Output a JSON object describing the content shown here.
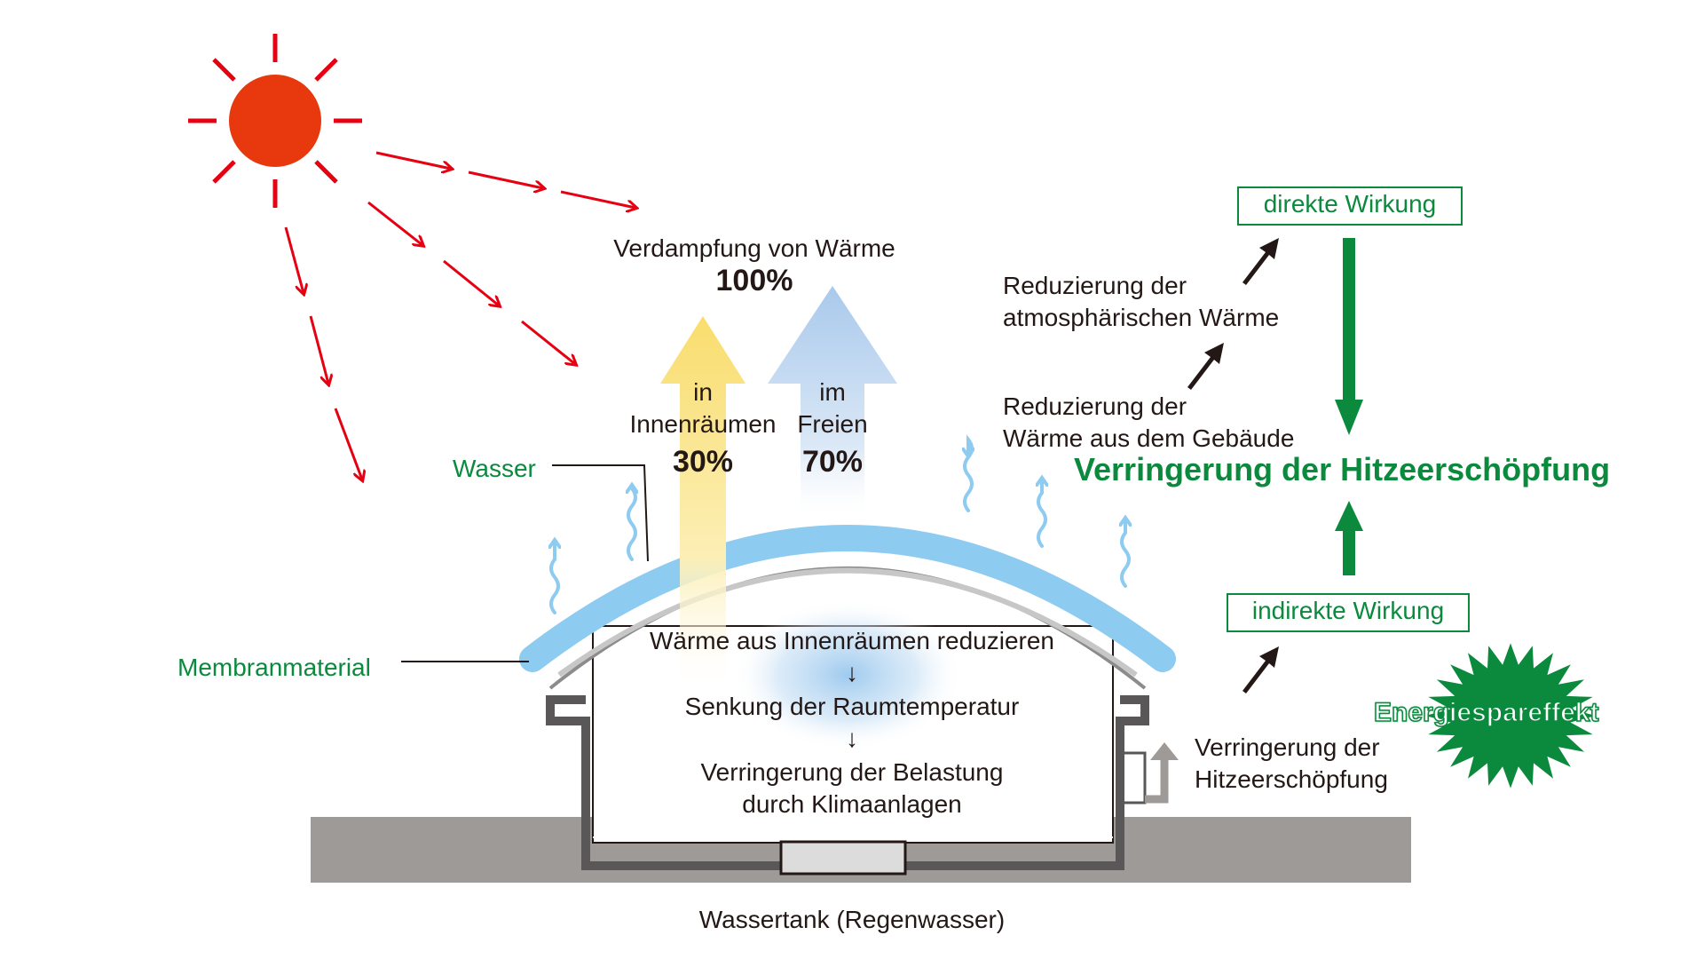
{
  "evaporation": {
    "title": "Verdampfung von Wärme",
    "total": "100%"
  },
  "indoor": {
    "line1": "in",
    "line2": "Innenräumen",
    "percent": "30%"
  },
  "outdoor": {
    "line1": "im",
    "line2": "Freien",
    "percent": "70%"
  },
  "labels": {
    "water": "Wasser",
    "membrane": "Membranmaterial",
    "tank": "Wassertank (Regenwasser)"
  },
  "indoor_effects": {
    "step1": "Wärme aus Innenräumen reduzieren",
    "step2": "Senkung der Raumtemperatur",
    "step3_line1": "Verringerung der Belastung",
    "step3_line2": "durch Klimaanlagen",
    "arrow": "↓"
  },
  "right_side": {
    "direct_effect": "direkte Wirkung",
    "atmospheric_line1": "Reduzierung der",
    "atmospheric_line2": "atmosphärischen Wärme",
    "building_line1": "Reduzierung der",
    "building_line2": "Wärme aus dem Gebäude",
    "headline": "Verringerung der Hitzeerschöpfung",
    "indirect_effect": "indirekte Wirkung",
    "energy_saving": "Energiespareffekt",
    "heat_line1": "Verringerung der",
    "heat_line2": "Hitzeerschöpfung"
  },
  "colors": {
    "sun": "#e8380d",
    "sun_rays": "#e60012",
    "water_blue": "#8ecbf0",
    "indoor_arrow": "#fbe07a",
    "outdoor_arrow": "#b6d3ee",
    "accent_green": "#0b8a3e",
    "ground": "#9d9a98",
    "building_outline": "#595757"
  }
}
